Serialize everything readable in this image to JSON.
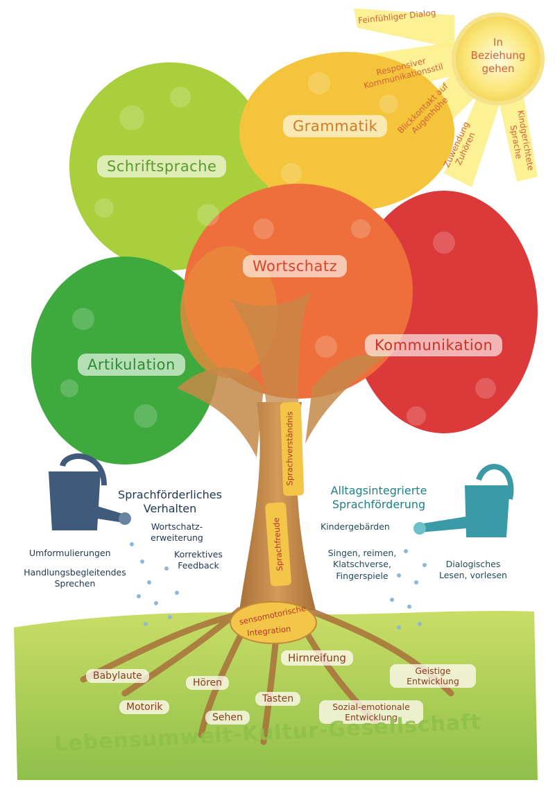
{
  "sun": {
    "center": "In Beziehung gehen",
    "rays": [
      "Feinfühliger Dialog",
      "Responsiver Kommunikationsstil",
      "Blickkontakt auf Augenhöhe",
      "Zuwendung Zuhören",
      "Kindgerichtete Sprache"
    ]
  },
  "crowns": {
    "schriftsprache": "Schriftsprache",
    "grammatik": "Grammatik",
    "wortschatz": "Wortschatz",
    "artikulation": "Artikulation",
    "kommunikation": "Kommunikation"
  },
  "trunk": {
    "sprachverstaendnis": "Sprachverständnis",
    "sprachfreude": "Sprachfreude",
    "sensomotorische": "sensomotorische",
    "integration": "Integration"
  },
  "left_can": {
    "title": "Sprachförderliches Verhalten",
    "items": [
      "Wortschatz-erweiterung",
      "Umformulierungen",
      "Korrektives Feedback",
      "Handlungsbegleitendes Sprechen"
    ]
  },
  "right_can": {
    "title": "Alltagsintegrierte Sprachförderung",
    "items": [
      "Kindergebärden",
      "Singen, reimen, Klatschverse, Fingerspiele",
      "Dialogisches Lesen, vorlesen"
    ]
  },
  "roots": [
    "Hirnreifung",
    "Babylaute",
    "Hören",
    "Geistige Entwicklung",
    "Tasten",
    "Motorik",
    "Sehen",
    "Sozial-emotionale Entwicklung"
  ],
  "ground": "Lebensumwelt-Kultur-Gesellschaft",
  "colors": {
    "green_dark": "#3daa3c",
    "green_light": "#9cc83a",
    "yellow": "#f2c23a",
    "orange": "#ef7a3c",
    "red": "#dc3a3a",
    "trunk": "#c9894a",
    "sun": "#fbe77a",
    "ground": "#b7d35a",
    "can_left": "#3f5a7a",
    "can_right": "#3a9aa6"
  },
  "icons": [
    "sun-icon",
    "watering-can-icon",
    "tree-icon",
    "water-drops-icon",
    "leaf-icon"
  ]
}
